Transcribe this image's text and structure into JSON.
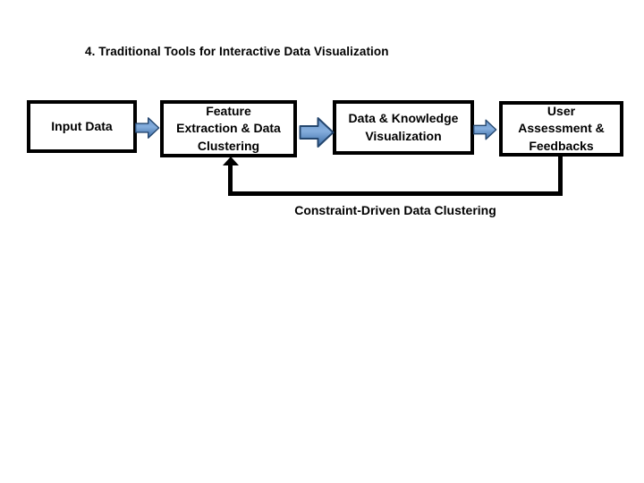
{
  "title": "4. Traditional Tools for Interactive Data Visualization",
  "flow": {
    "boxes": [
      {
        "id": "input-data",
        "label": "Input Data"
      },
      {
        "id": "feature-extraction",
        "label": "Feature\nExtraction & Data\nClustering"
      },
      {
        "id": "data-knowledge-visualization",
        "label": "Data & Knowledge\nVisualization"
      },
      {
        "id": "user-assessment",
        "label": "User\nAssessment &\nFeedbacks"
      }
    ],
    "connectors": [
      {
        "id": "arrow-input-to-feature",
        "type": "block-arrow-right"
      },
      {
        "id": "arrow-feature-to-visualization",
        "type": "block-arrow-right"
      },
      {
        "id": "arrow-visualization-to-user",
        "type": "block-arrow-right"
      },
      {
        "id": "feedback-loop",
        "type": "elbow-arrow",
        "from": "user-assessment",
        "to": "feature-extraction"
      }
    ],
    "feedback_label": "Constraint-Driven Data Clustering"
  },
  "colors": {
    "background": "#ffffff",
    "text": "#000000",
    "box_border": "#000000",
    "loop_line": "#000000",
    "arrow_fill": "#4f81bd",
    "arrow_fill_light": "#85aedd",
    "arrow_fill_dark": "#3a6ba5",
    "arrow_stroke": "#24466e"
  }
}
